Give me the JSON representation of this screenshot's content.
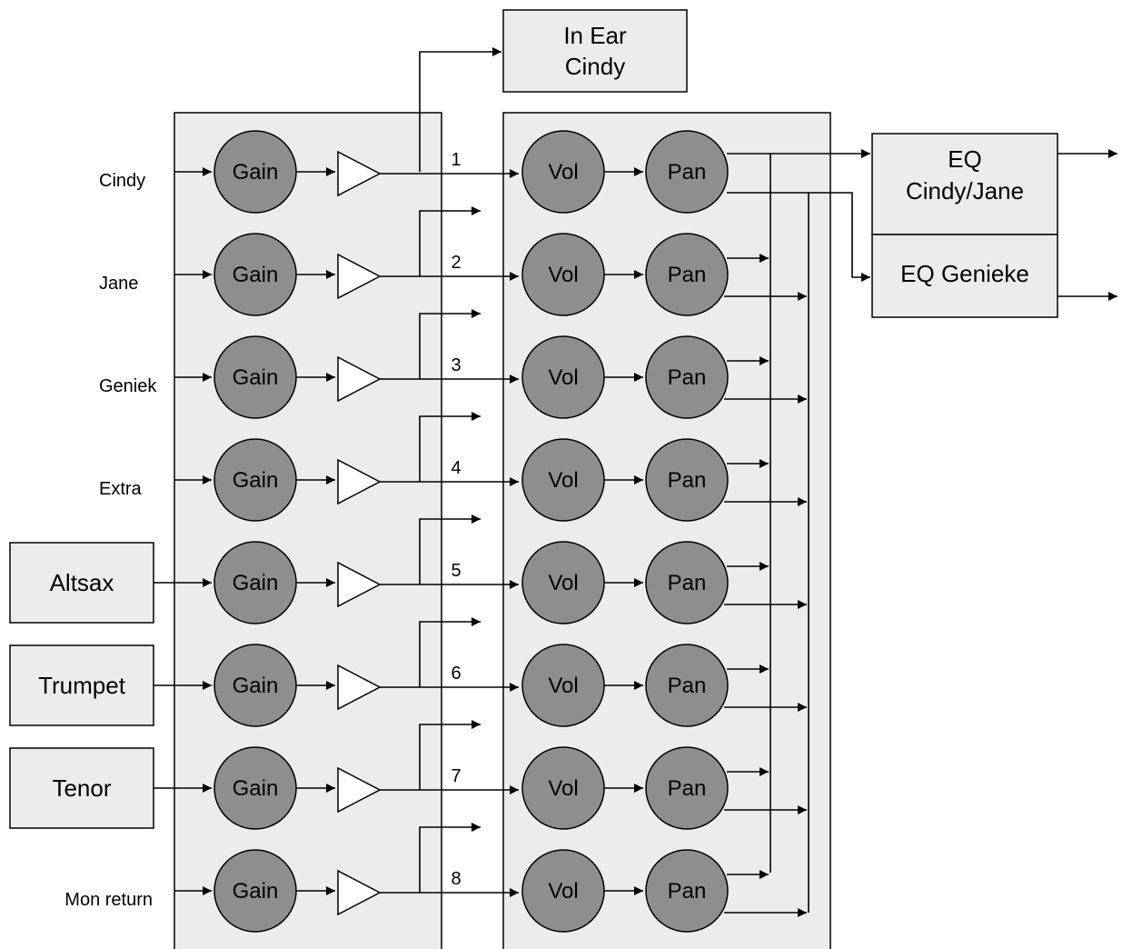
{
  "channels": [
    {
      "number": "1",
      "input": "Cindy"
    },
    {
      "number": "2",
      "input": "Jane"
    },
    {
      "number": "3",
      "input": "Geniek"
    },
    {
      "number": "4",
      "input": "Extra"
    },
    {
      "number": "5",
      "input": "Altsax"
    },
    {
      "number": "6",
      "input": "Trumpet"
    },
    {
      "number": "7",
      "input": "Tenor"
    },
    {
      "number": "8",
      "input": "Mon return"
    }
  ],
  "knobs": {
    "gain": "Gain",
    "vol": "Vol",
    "pan": "Pan"
  },
  "in_ear": {
    "line1": "In Ear",
    "line2": "Cindy"
  },
  "eq_cindy_jane": {
    "line1": "EQ",
    "line2": "Cindy/Jane"
  },
  "eq_genieke": {
    "label": "EQ Genieke"
  }
}
